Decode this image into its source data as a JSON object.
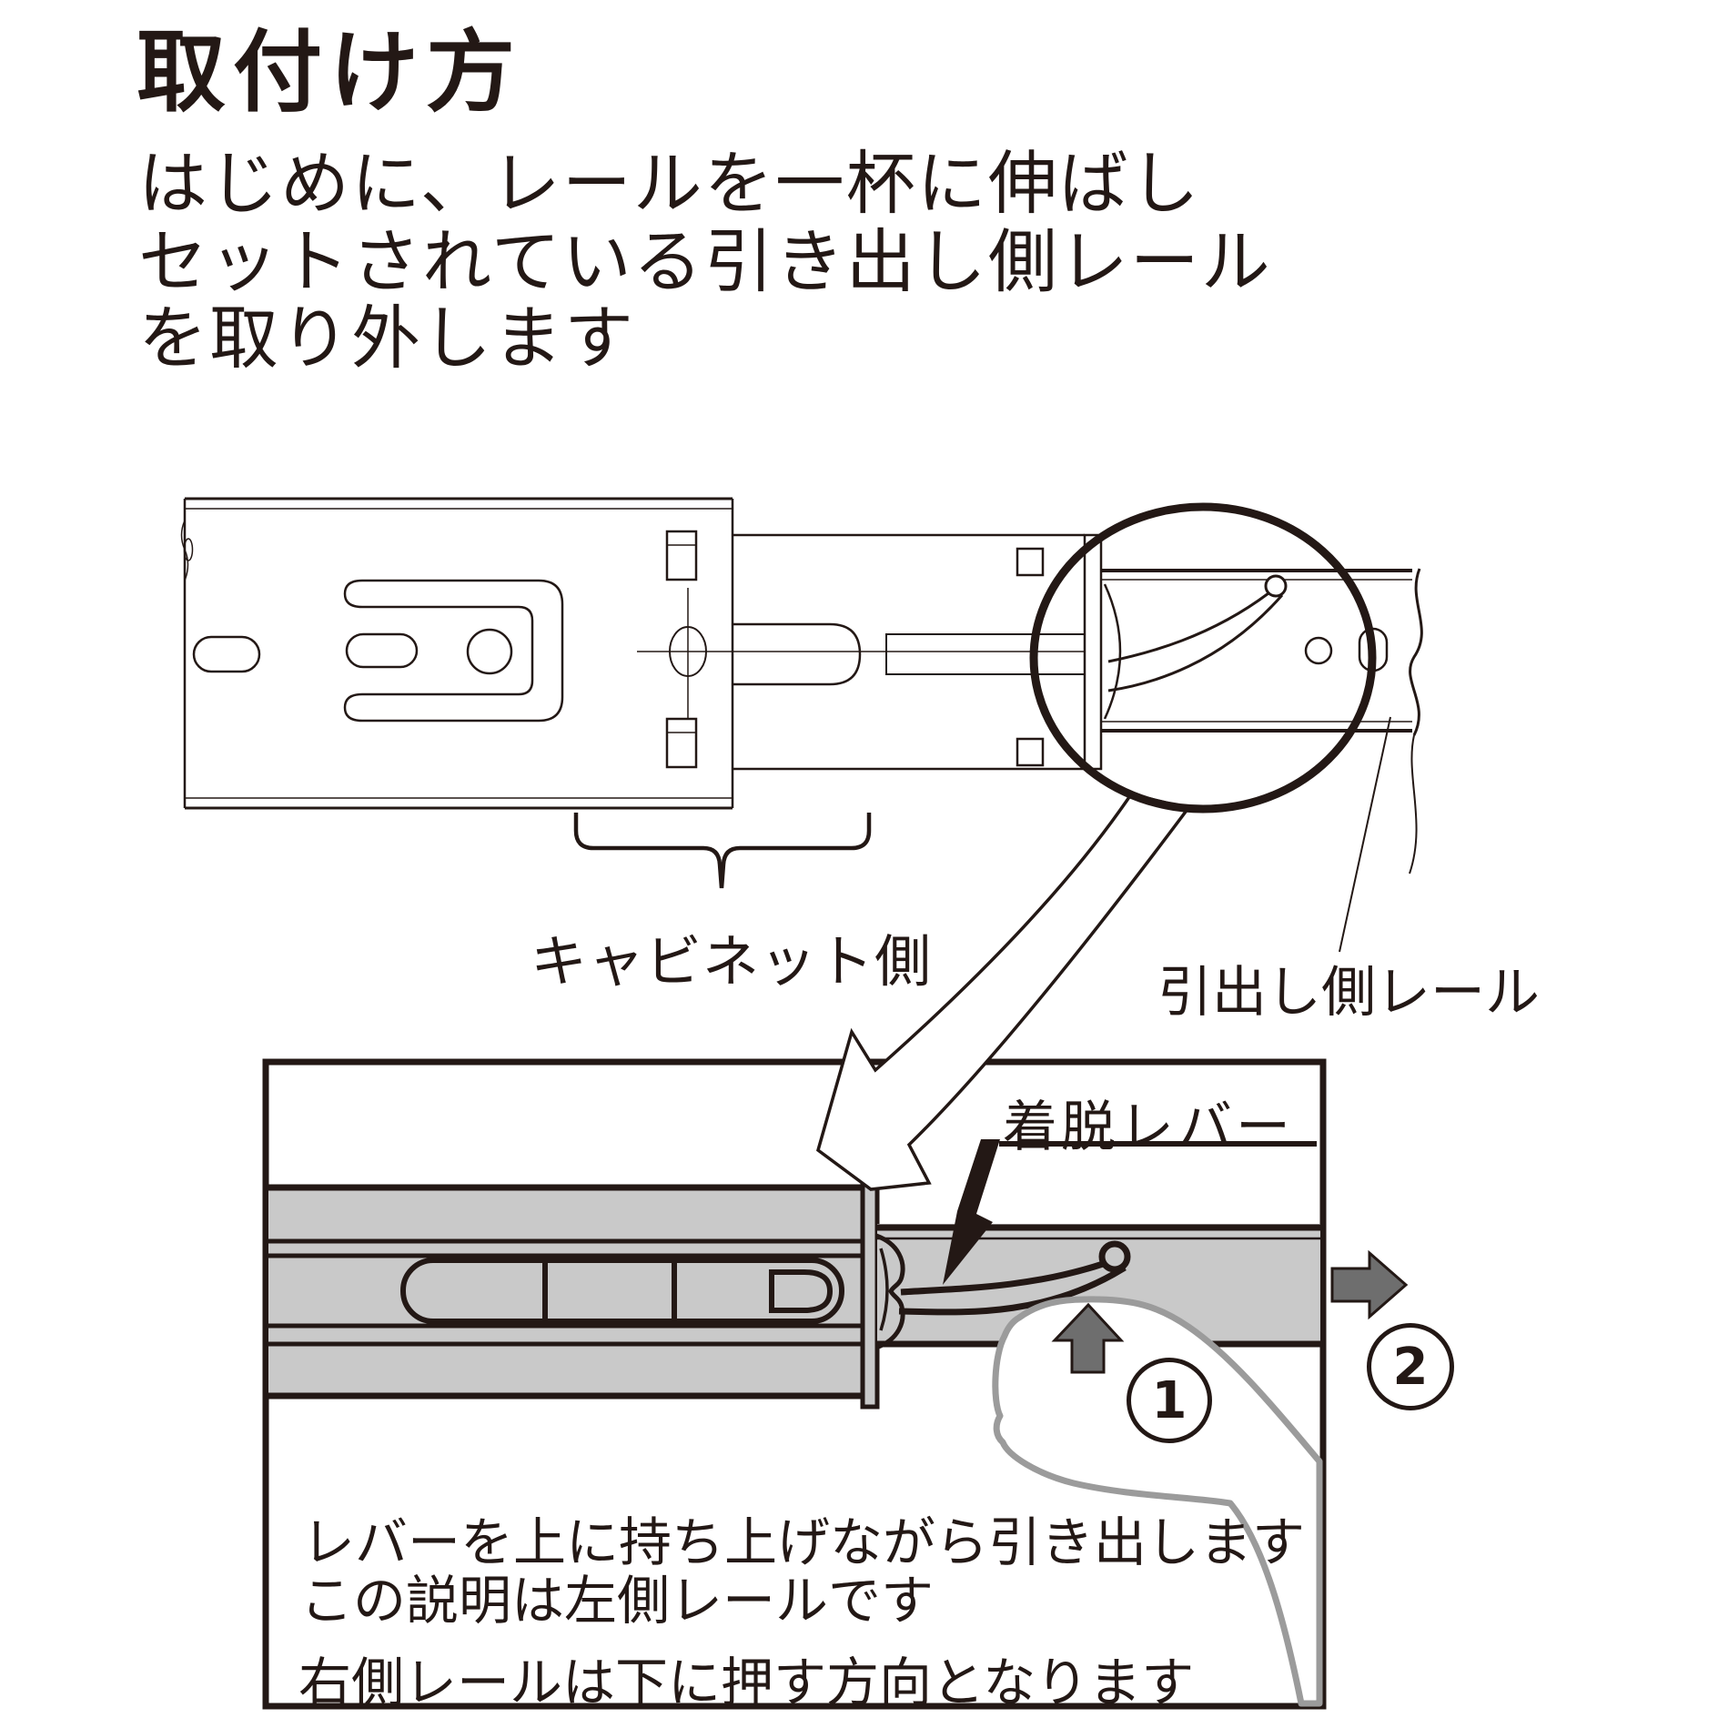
{
  "title": "取付け方",
  "intro": {
    "line1": "はじめに、レールを一杯に伸ばし",
    "line2": "セットされている引き出し側レール",
    "line3": "を取り外します"
  },
  "diagram": {
    "cabinet_label": "キャビネット側",
    "drawer_label": "引出し側レール"
  },
  "detail": {
    "lever_label": "着脱レバー",
    "step1": "1",
    "step2": "2",
    "note1": "レバーを上に持ち上げながら引き出します",
    "note2": "この説明は左側レールです",
    "note3": "右側レールは下に押す方向となります"
  },
  "colors": {
    "ink": "#231815",
    "rail_gray": "#c9c9c9",
    "arrow_gray": "#6e6e6e",
    "hand_outline": "#9b9b9b"
  }
}
